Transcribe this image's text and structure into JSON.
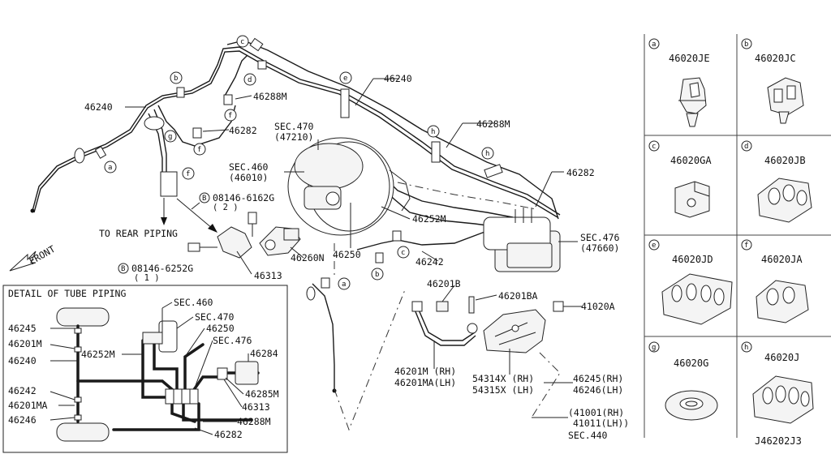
{
  "main_labels": {
    "l46240a": "46240",
    "l46240b": "46240",
    "l46288m_a": "46288M",
    "l46288m_b": "46288M",
    "l46282_a": "46282",
    "l46282_b": "46282",
    "sec470": "SEC.470",
    "sec470_sub": "(47210)",
    "sec460": "SEC.460",
    "sec460_sub": "(46010)",
    "bolt_a": "08146-6162G",
    "bolt_a_qty": "( 2 )",
    "bolt_b": "08146-6252G",
    "bolt_b_qty": "( 1 )",
    "rear_piping": "TO REAR PIPING",
    "front": "FRONT",
    "l46252m": "46252M",
    "l46260n": "46260N",
    "l46250": "46250",
    "l46313": "46313",
    "l46242": "46242",
    "sec476": "SEC.476",
    "sec476_sub": "(47660)",
    "l46201b": "46201B",
    "l46201ba": "46201BA",
    "l41020a": "41020A",
    "l46201m": "46201M (RH)",
    "l46201ma": "46201MA(LH)",
    "l54314x": "54314X (RH)",
    "l54315x": "54315X (LH)",
    "l46245rh": "46245(RH)",
    "l46246lh": "46246(LH)",
    "l41001": "(41001(RH)",
    "l41011": "41011(LH))",
    "sec440": "SEC.440",
    "diagram_id": "J46202J3"
  },
  "circle_letters": [
    "a",
    "b",
    "c",
    "d",
    "e",
    "f",
    "g",
    "h"
  ],
  "detail": {
    "title": "DETAIL OF TUBE PIPING",
    "left": [
      "46245",
      "46201M",
      "46240",
      "46242",
      "46201MA",
      "46246"
    ],
    "inner": {
      "sec460": "SEC.460",
      "sec470": "SEC.470",
      "l46250": "46250",
      "l46252m": "46252M",
      "sec476": "SEC.476",
      "l46284": "46284",
      "l46285m": "46285M",
      "l46313": "46313",
      "l46288m": "46288M",
      "l46282": "46282"
    }
  },
  "clips": [
    {
      "letter": "a",
      "part": "46020JE"
    },
    {
      "letter": "b",
      "part": "46020JC"
    },
    {
      "letter": "c",
      "part": "46020GA"
    },
    {
      "letter": "d",
      "part": "46020JB"
    },
    {
      "letter": "e",
      "part": "46020JD"
    },
    {
      "letter": "f",
      "part": "46020JA"
    },
    {
      "letter": "g",
      "part": "46020G"
    },
    {
      "letter": "h",
      "part": "46020J"
    }
  ]
}
